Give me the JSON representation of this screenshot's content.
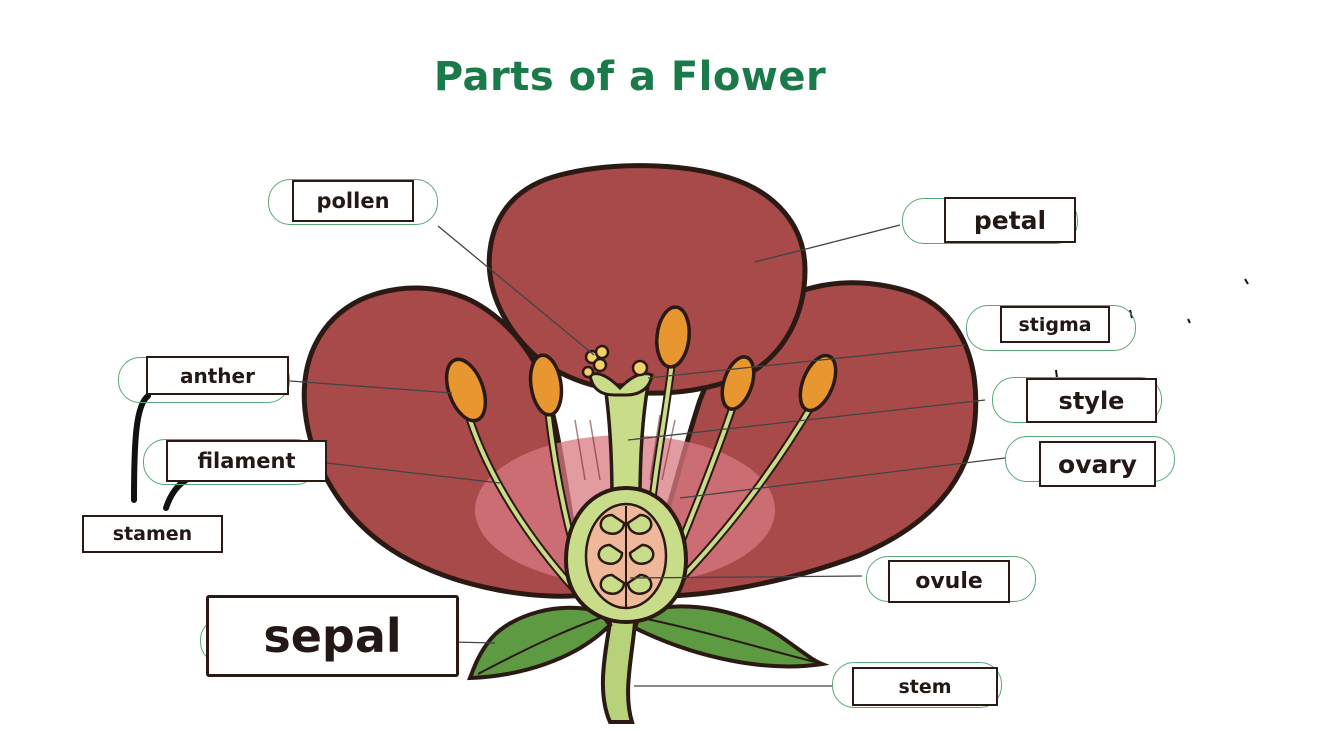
{
  "title": "Parts of a Flower",
  "colors": {
    "title": "#1a7a4a",
    "petal": "#a94a4a",
    "outline": "#2b1a14",
    "anther": "#e89630",
    "pistil": "#c9dc8a",
    "leaf": "#5e9a42",
    "ghost_box": "#5aa77a"
  },
  "labels": {
    "pollen": "pollen",
    "petal": "petal",
    "stigma": "stigma",
    "anther": "anther",
    "style": "style",
    "filament": "filament",
    "ovary": "ovary",
    "stamen": "stamen",
    "ovule": "ovule",
    "sepal": "sepal",
    "stem": "stem"
  }
}
